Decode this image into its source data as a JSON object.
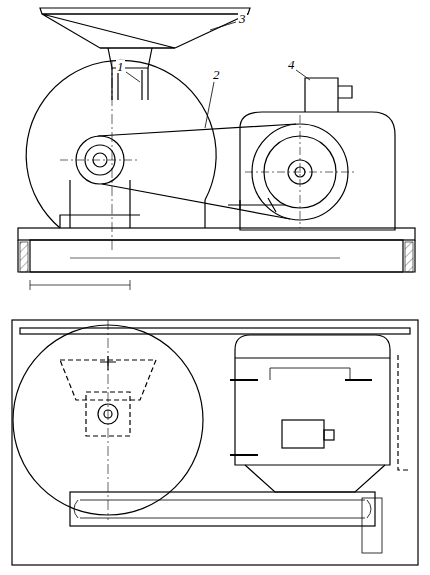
{
  "diagram": {
    "labels": [
      "3",
      "1",
      "2",
      "4"
    ]
  }
}
